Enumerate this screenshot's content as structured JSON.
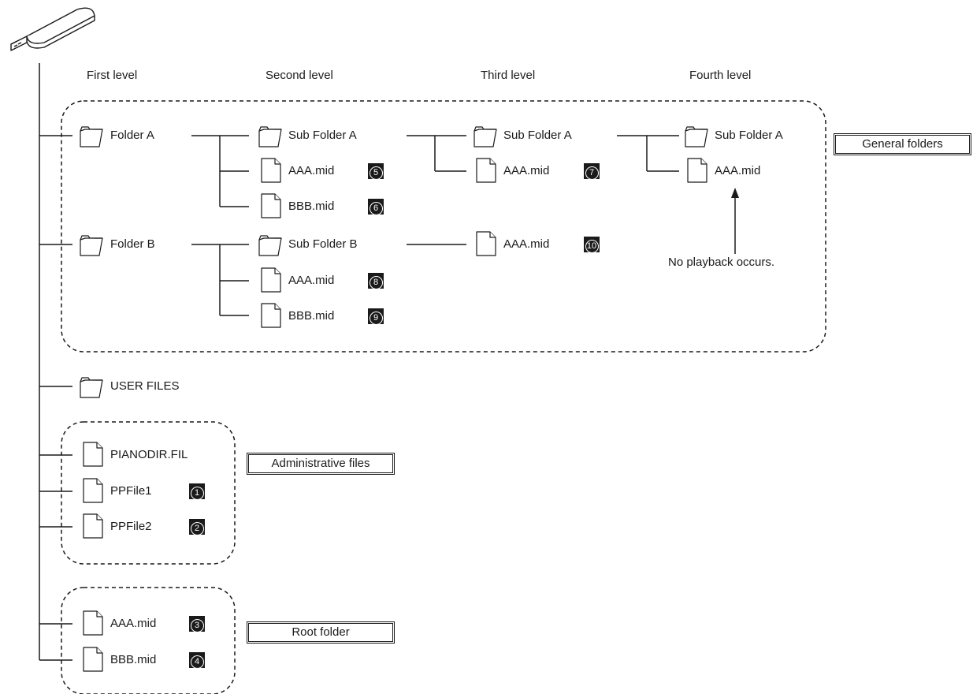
{
  "headers": {
    "first": "First level",
    "second": "Second level",
    "third": "Third level",
    "fourth": "Fourth level"
  },
  "labels": {
    "general_folders": "General folders",
    "administrative_files": "Administrative files",
    "root_folder": "Root folder",
    "no_playback": "No playback occurs."
  },
  "level1": {
    "folder_a": "Folder A",
    "folder_b": "Folder B",
    "user_files": "USER FILES",
    "pianodir": "PIANODIR.FIL",
    "ppfile1": "PPFile1",
    "ppfile2": "PPFile2",
    "root_aaa": "AAA.mid",
    "root_bbb": "BBB.mid"
  },
  "level2": {
    "sub_folder_a": "Sub Folder A",
    "a_aaa": "AAA.mid",
    "a_bbb": "BBB.mid",
    "sub_folder_b": "Sub Folder B",
    "b_aaa": "AAA.mid",
    "b_bbb": "BBB.mid"
  },
  "level3": {
    "sub_folder_a": "Sub Folder A",
    "a_aaa": "AAA.mid",
    "b_aaa": "AAA.mid"
  },
  "level4": {
    "sub_folder_a": "Sub Folder A",
    "a_aaa": "AAA.mid"
  },
  "badges": {
    "b1": "1",
    "b2": "2",
    "b3": "3",
    "b4": "4",
    "b5": "5",
    "b6": "6",
    "b7": "7",
    "b8": "8",
    "b9": "9",
    "b10": "10"
  },
  "icons": {
    "device": "usb-flash-drive-icon",
    "folder": "folder-icon",
    "file": "file-icon",
    "arrow": "arrow-up-icon"
  }
}
